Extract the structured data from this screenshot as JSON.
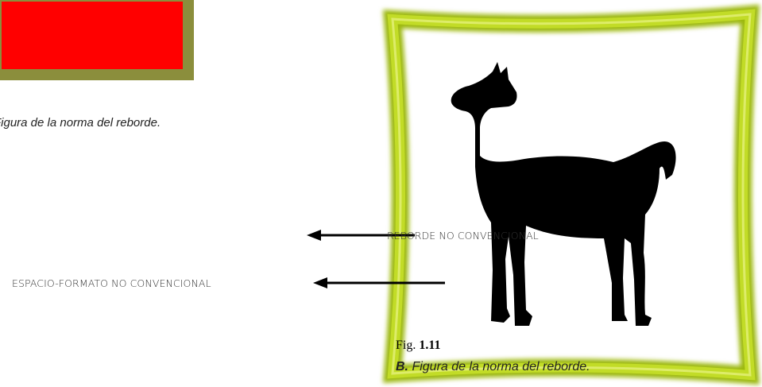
{
  "caption_a": "Figura de la norma del reborde.",
  "labels": {
    "reborde": "REBORDE NO CONVENCIONAL",
    "espacio": "ESPACIO-FORMATO NO CONVENCIONAL"
  },
  "figure": {
    "prefix": "Fig.",
    "number": "1.11",
    "letter": "B.",
    "caption": "Figura de la norma del reborde."
  },
  "colors": {
    "red_block": "#ff0000",
    "red_block_border": "#8b8e3c",
    "frame_green": "#b5d10f",
    "silhouette": "#000000"
  },
  "icons": {
    "silhouette": "llama-silhouette",
    "arrows": "left-arrow"
  }
}
